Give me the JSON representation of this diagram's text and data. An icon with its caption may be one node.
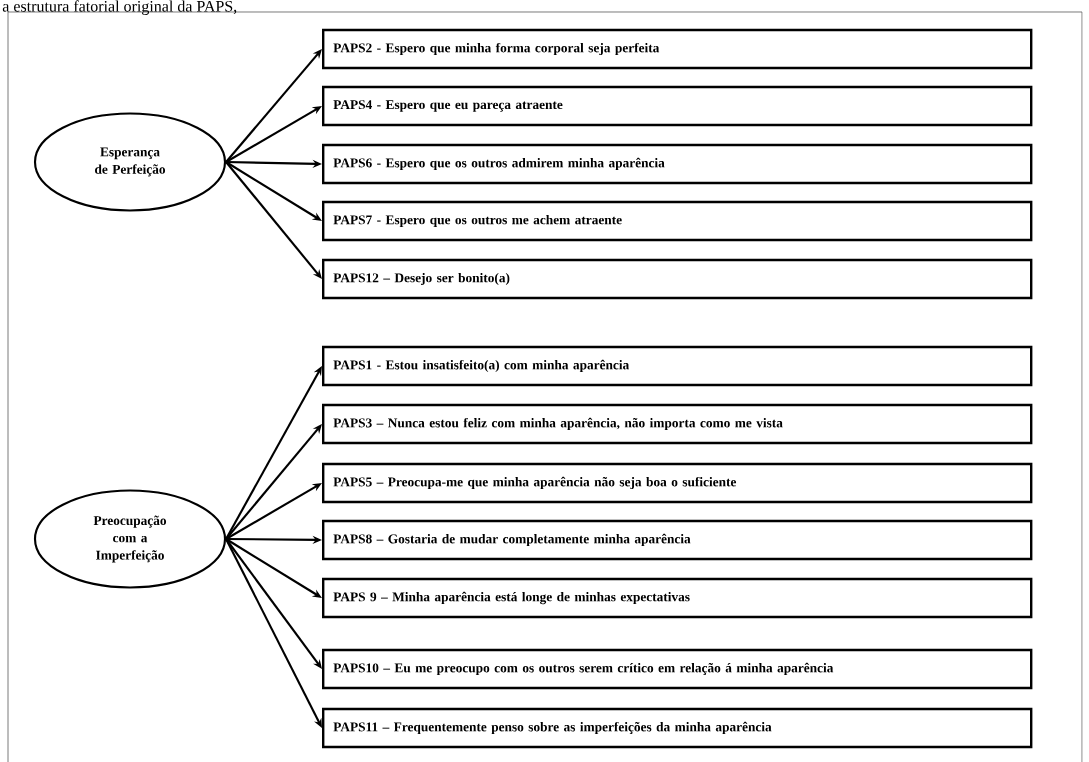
{
  "diagram": {
    "nodes": [
      {
        "text": [
          "Esperança de Perfeição"
        ]
      },
      {
        "text": [
          "PAPS2 - Espero que minha forma corporal seja perfeita"
        ]
      },
      {
        "text": [
          "PAPS4 - Espero que eu pareça atraente"
        ]
      },
      {
        "text": [
          "PAPS6 - Espero que os outros admirem minha aparência"
        ]
      },
      {
        "text": [
          "PAPS7 - Espero que os outros me achem atraente"
        ]
      },
      {
        "text": [
          "PAPS12 – Desejo ser bonito(a)"
        ]
      },
      {
        "text": [
          "Preocupação com a Imperfeição"
        ]
      },
      {
        "text": [
          "PAPS1 - Estou insatisfeito(a) com minha aparência"
        ]
      },
      {
        "text": [
          "PAPS3 – Nunca estou feliz com minha aparência, não importa como me vista"
        ]
      },
      {
        "text": [
          "PAPS5 – Preocupa-me que minha aparência não seja boa o suficiente"
        ]
      },
      {
        "text": [
          "PAPS8 – Gostaria de mudar completamente minha aparência"
        ]
      },
      {
        "text": [
          "PAPS 9 – Minha aparência está longe de minhas expectativas"
        ]
      },
      {
        "text": [
          "PAPS10 – Eu me preocupo com os outros serem crítico em relação á minha aparência"
        ]
      },
      {
        "text": [
          "PAPS11 – Frequentemente penso sobre as imperfeições da minha aparência"
        ]
      }
    ],
    "edges": [
      {
        "from": 0,
        "to": 1,
        "arrow": "to"
      },
      {
        "from": 0,
        "to": 2,
        "arrow": "to"
      },
      {
        "from": 0,
        "to": 3,
        "arrow": "to"
      },
      {
        "from": 0,
        "to": 4,
        "arrow": "to"
      },
      {
        "from": 0,
        "to": 5,
        "arrow": "to"
      },
      {
        "from": 6,
        "to": 7,
        "arrow": "to"
      },
      {
        "from": 6,
        "to": 8,
        "arrow": "to"
      },
      {
        "from": 6,
        "to": 9,
        "arrow": "to"
      },
      {
        "from": 6,
        "to": 10,
        "arrow": "to"
      },
      {
        "from": 6,
        "to": 11,
        "arrow": "to"
      },
      {
        "from": 6,
        "to": 12,
        "arrow": "to"
      },
      {
        "from": 6,
        "to": 13,
        "arrow": "to"
      }
    ],
    "labels": [
      "a estrutura fatorial original da PAPS,"
    ]
  }
}
